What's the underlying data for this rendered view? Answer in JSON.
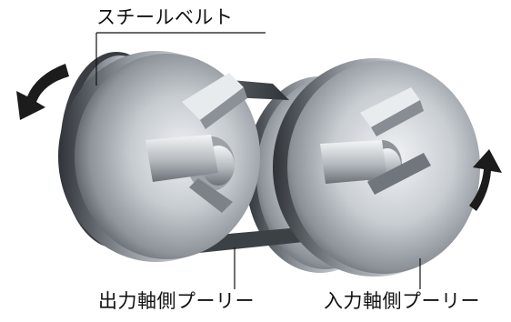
{
  "labels": {
    "steel_belt": "スチールベルト",
    "output_pulley": "出力軸側プーリー",
    "input_pulley": "入力軸側プーリー"
  },
  "arrows": {
    "output_rotation": "counter-clockwise",
    "input_rotation": "upward"
  },
  "colors": {
    "background": "#ffffff",
    "metal_light": "#d9dde1",
    "metal_mid": "#a9aeb4",
    "metal_dark": "#4b5056",
    "arrow": "#1c1c1c"
  }
}
